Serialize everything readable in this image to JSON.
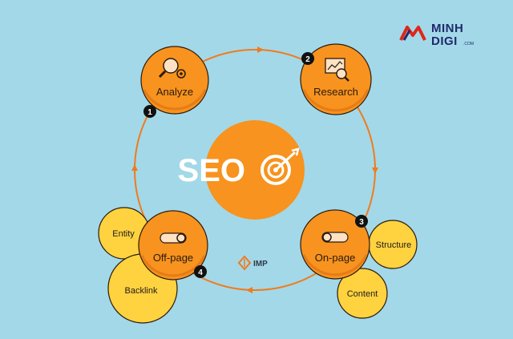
{
  "logo": {
    "line1": "MINH",
    "line2": "DIGI",
    "suffix": ".COM"
  },
  "center": {
    "text": "SEO"
  },
  "watermark": {
    "text": "IMP"
  },
  "steps": [
    {
      "number": "1",
      "label": "Analyze"
    },
    {
      "number": "2",
      "label": "Research"
    },
    {
      "number": "3",
      "label": "On-page"
    },
    {
      "number": "4",
      "label": "Off-page"
    }
  ],
  "satellites": [
    {
      "label": "Entity"
    },
    {
      "label": "Backlink"
    },
    {
      "label": "Structure"
    },
    {
      "label": "Content"
    }
  ],
  "colors": {
    "background": "#a3d8e8",
    "orange": "#f7931e",
    "orange_dark": "#d86c12",
    "yellow": "#ffd23f",
    "outline": "#2a1a10",
    "badge": "#111111"
  }
}
